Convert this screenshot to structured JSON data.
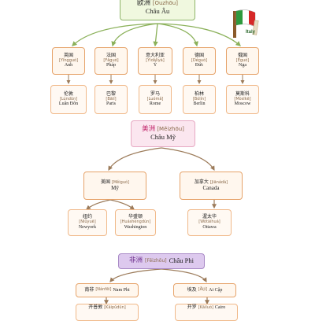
{
  "europe": {
    "header": {
      "cn": "欧洲",
      "py": "[Ōuzhōu]",
      "vn": "Châu Âu"
    },
    "flag_label": "Italy",
    "countries": [
      {
        "cn": "英国",
        "py": "[Yīngguó]",
        "vn": "Anh"
      },
      {
        "cn": "法国",
        "py": "[Fǎguó]",
        "vn": "Pháp"
      },
      {
        "cn": "意大利亚",
        "py": "[Yìdàlìyà]",
        "vn": "Ý"
      },
      {
        "cn": "德国",
        "py": "[Déguó]",
        "vn": "Đức"
      },
      {
        "cn": "俄国",
        "py": "[Éguó]",
        "vn": "Nga"
      }
    ],
    "cities": [
      {
        "cn": "伦敦",
        "py": "[Lúndūn]",
        "vn": "Luân Đôn"
      },
      {
        "cn": "巴黎",
        "py": "[Bālí]",
        "vn": "Paris"
      },
      {
        "cn": "罗马",
        "py": "[Luómǎ]",
        "vn": "Rome"
      },
      {
        "cn": "柏林",
        "py": "[Bólín]",
        "vn": "Berlin"
      },
      {
        "cn": "莫斯科",
        "py": "[Mòsīkē]",
        "vn": "Moscow"
      }
    ]
  },
  "america": {
    "header": {
      "cn": "美洲",
      "py": "[Měizhōu]",
      "vn": "Châu Mỹ"
    },
    "countries": [
      {
        "cn": "美国",
        "py": "[Měiguó]",
        "vn": "Mỹ"
      },
      {
        "cn": "加拿大",
        "py": "[Jiānádà]",
        "vn": "Canada"
      }
    ],
    "cities": [
      {
        "cn": "纽约",
        "py": "[Niǔyuē]",
        "vn": "Newyork"
      },
      {
        "cn": "华盛顿",
        "py": "[Huáshèngdùn]",
        "vn": "Washington"
      },
      {
        "cn": "渥太华",
        "py": "[Wòtàihuá]",
        "vn": "Ottawa"
      }
    ]
  },
  "africa": {
    "header": {
      "cn": "非洲",
      "py": "[Fēizhōu]",
      "vn": "Châu Phi"
    },
    "countries": [
      {
        "cn": "南非",
        "py": "[Nánfēi]",
        "vn": "Nam Phi"
      },
      {
        "cn": "埃及",
        "py": "[Āijí]",
        "vn": "Ai Cập"
      }
    ],
    "cities": [
      {
        "cn": "开普敦",
        "py": "[Kāipǔdūn]",
        "vn": ""
      },
      {
        "cn": "开罗",
        "py": "[Kāiluó]",
        "vn": "Cairo"
      }
    ]
  },
  "colors": {
    "green_arrow": "#8bb15a",
    "brown_arrow": "#9c7b5a",
    "europe_header": "#ecf6d8",
    "america_header": "#fbe6ef",
    "africa_header": "#ddc9ee"
  }
}
